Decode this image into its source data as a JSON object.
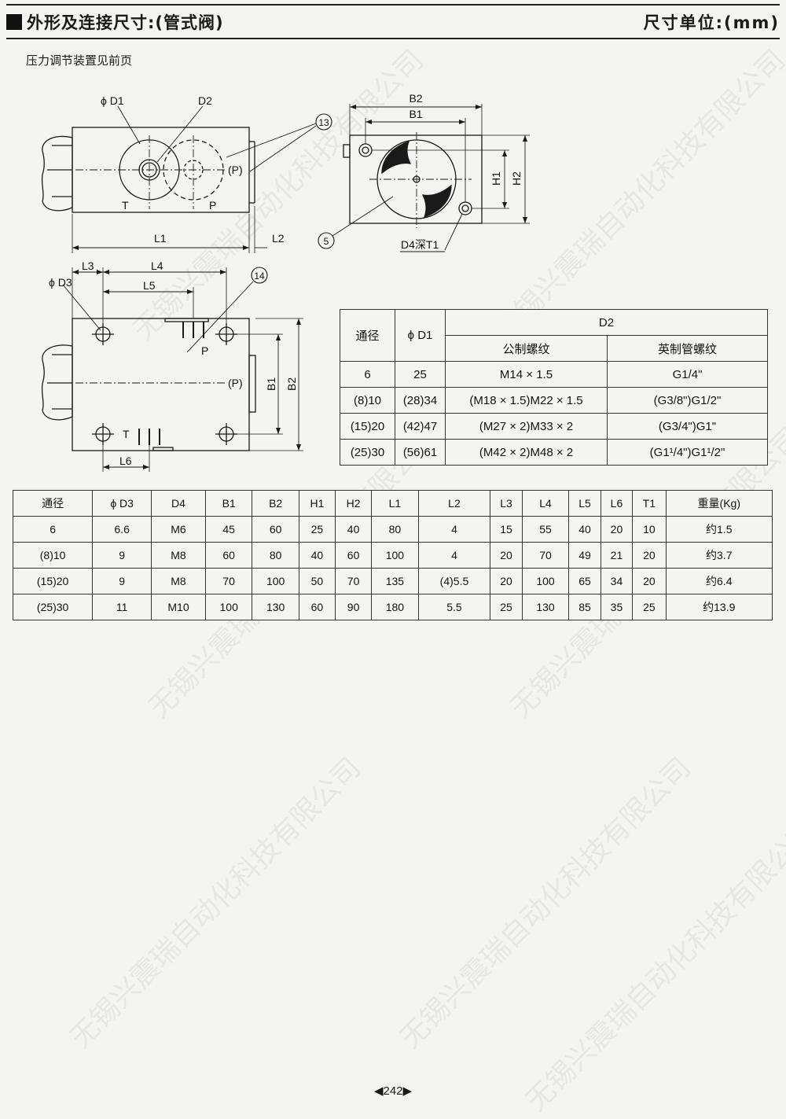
{
  "header": {
    "title": "外形及连接尺寸:(管式阀)",
    "unit": "尺寸单位:(mm)"
  },
  "note": "压力调节装置见前页",
  "drawing_labels": {
    "d1": "ϕ D1",
    "d2": "D2",
    "d3": "ϕ D3",
    "b1": "B1",
    "b2": "B2",
    "h1": "H1",
    "h2": "H2",
    "l1": "L1",
    "l2": "L2",
    "l3": "L3",
    "l4": "L4",
    "l5": "L5",
    "l6": "L6",
    "t": "T",
    "p": "P",
    "p_paren": "(P)",
    "d4t1": "D4深T1",
    "n13": "13",
    "n14": "14",
    "n5": "5"
  },
  "port_table": {
    "h_diameter": "通径",
    "h_d1": "ϕ D1",
    "h_d2": "D2",
    "h_metric": "公制螺纹",
    "h_imperial": "英制管螺纹",
    "rows": [
      [
        "6",
        "25",
        "M14 × 1.5",
        "G1/4\""
      ],
      [
        "(8)10",
        "(28)34",
        "(M18 × 1.5)M22 × 1.5",
        "(G3/8\")G1/2\""
      ],
      [
        "(15)20",
        "(42)47",
        "(M27 × 2)M33 × 2",
        "(G3/4\")G1\""
      ],
      [
        "(25)30",
        "(56)61",
        "(M42 × 2)M48 × 2",
        "(G1¹/4\")G1¹/2\""
      ]
    ]
  },
  "dim_table": {
    "headers": [
      "通径",
      "ϕ D3",
      "D4",
      "B1",
      "B2",
      "H1",
      "H2",
      "L1",
      "L2",
      "L3",
      "L4",
      "L5",
      "L6",
      "T1",
      "重量(Kg)"
    ],
    "rows": [
      [
        "6",
        "6.6",
        "M6",
        "45",
        "60",
        "25",
        "40",
        "80",
        "4",
        "15",
        "55",
        "40",
        "20",
        "10",
        "约1.5"
      ],
      [
        "(8)10",
        "9",
        "M8",
        "60",
        "80",
        "40",
        "60",
        "100",
        "4",
        "20",
        "70",
        "49",
        "21",
        "20",
        "约3.7"
      ],
      [
        "(15)20",
        "9",
        "M8",
        "70",
        "100",
        "50",
        "70",
        "135",
        "(4)5.5",
        "20",
        "100",
        "65",
        "34",
        "20",
        "约6.4"
      ],
      [
        "(25)30",
        "11",
        "M10",
        "100",
        "130",
        "60",
        "90",
        "180",
        "5.5",
        "25",
        "130",
        "85",
        "35",
        "25",
        "约13.9"
      ]
    ]
  },
  "page_number": "◀242▶",
  "watermark": "无锡兴震瑞自动化科技有限公司"
}
